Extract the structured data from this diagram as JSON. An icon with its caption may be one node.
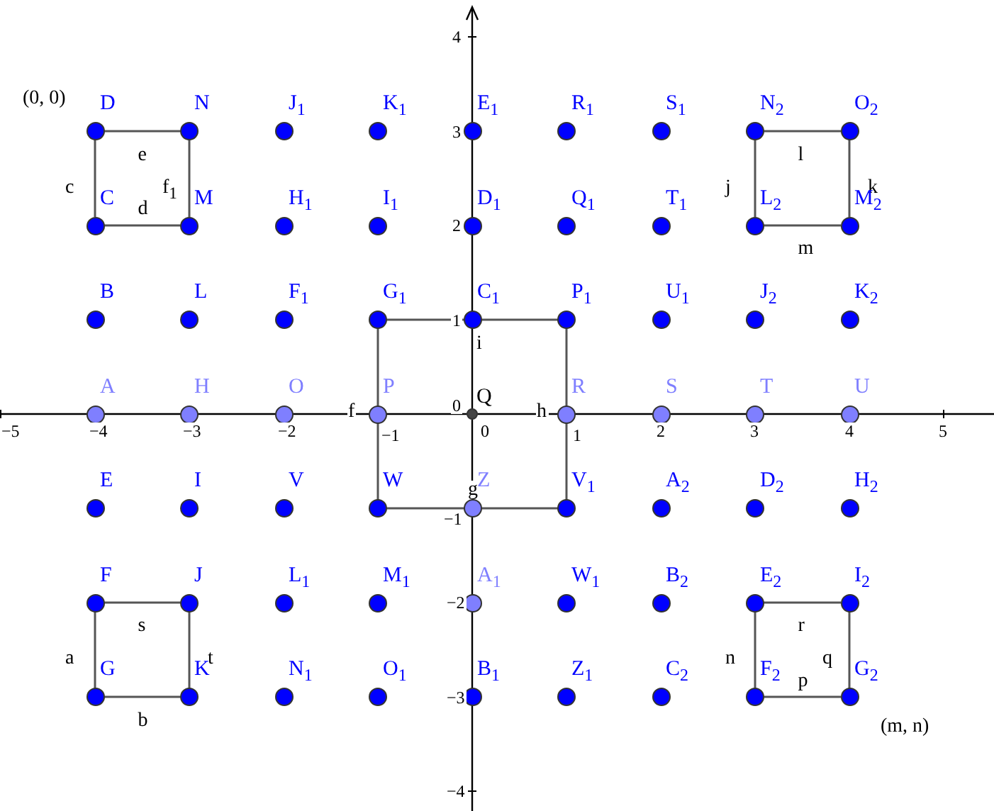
{
  "diagram": {
    "nodes": [
      {
        "text": [
          "D"
        ]
      },
      {
        "text": [
          "N"
        ]
      },
      {
        "text": [
          "J$_{1}$"
        ]
      },
      {
        "text": [
          "K$_{1}$"
        ]
      },
      {
        "text": [
          "E$_{1}$"
        ]
      },
      {
        "text": [
          "R$_{1}$"
        ]
      },
      {
        "text": [
          "S$_{1}$"
        ]
      },
      {
        "text": [
          "N$_{2}$"
        ]
      },
      {
        "text": [
          "O$_{2}$"
        ]
      },
      {
        "text": [
          "C"
        ]
      },
      {
        "text": [
          "M"
        ]
      },
      {
        "text": [
          "H$_{1}$"
        ]
      },
      {
        "text": [
          "I$_{1}$"
        ]
      },
      {
        "text": [
          "D$_{1}$"
        ]
      },
      {
        "text": [
          "Q$_{1}$"
        ]
      },
      {
        "text": [
          "T$_{1}$"
        ]
      },
      {
        "text": [
          "L$_{2}$"
        ]
      },
      {
        "text": [
          "M$_{2}$"
        ]
      },
      {
        "text": [
          "B"
        ]
      },
      {
        "text": [
          "L"
        ]
      },
      {
        "text": [
          "F$_{1}$"
        ]
      },
      {
        "text": [
          "G$_{1}$"
        ]
      },
      {
        "text": [
          "C$_{1}$"
        ]
      },
      {
        "text": [
          "P$_{1}$"
        ]
      },
      {
        "text": [
          "U$_{1}$"
        ]
      },
      {
        "text": [
          "J$_{2}$"
        ]
      },
      {
        "text": [
          "K$_{2}$"
        ]
      },
      {
        "text": [
          "A"
        ]
      },
      {
        "text": [
          "H"
        ]
      },
      {
        "text": [
          "O"
        ]
      },
      {
        "text": [
          "P"
        ]
      },
      {
        "text": [
          "Q"
        ]
      },
      {
        "text": [
          "R"
        ]
      },
      {
        "text": [
          "S"
        ]
      },
      {
        "text": [
          "T"
        ]
      },
      {
        "text": [
          "U"
        ]
      },
      {
        "text": [
          "E"
        ]
      },
      {
        "text": [
          "I"
        ]
      },
      {
        "text": [
          "V"
        ]
      },
      {
        "text": [
          "W"
        ]
      },
      {
        "text": [
          "Z"
        ]
      },
      {
        "text": [
          "V$_{1}$"
        ]
      },
      {
        "text": [
          "A$_{2}$"
        ]
      },
      {
        "text": [
          "D$_{2}$"
        ]
      },
      {
        "text": [
          "H$_{2}$"
        ]
      },
      {
        "text": [
          "F"
        ]
      },
      {
        "text": [
          "J"
        ]
      },
      {
        "text": [
          "L$_{1}$"
        ]
      },
      {
        "text": [
          "M$_{1}$"
        ]
      },
      {
        "text": [
          "A$_{1}$"
        ]
      },
      {
        "text": [
          "W$_{1}$"
        ]
      },
      {
        "text": [
          "B$_{2}$"
        ]
      },
      {
        "text": [
          "E$_{2}$"
        ]
      },
      {
        "text": [
          "I$_{2}$"
        ]
      },
      {
        "text": [
          "G"
        ]
      },
      {
        "text": [
          "K"
        ]
      },
      {
        "text": [
          "N$_{1}$"
        ]
      },
      {
        "text": [
          "O$_{1}$"
        ]
      },
      {
        "text": [
          "B$_{1}$"
        ]
      },
      {
        "text": [
          "Z$_{1}$"
        ]
      },
      {
        "text": [
          "C$_{2}$"
        ]
      },
      {
        "text": [
          "F$_{2}$"
        ]
      },
      {
        "text": [
          "G$_{2}$"
        ]
      }
    ],
    "edges": [
      {
        "from": 0,
        "to": 1,
        "arrow": "none",
        "label": "e"
      },
      {
        "from": 0,
        "to": 9,
        "arrow": "none",
        "label": "c"
      },
      {
        "from": 1,
        "to": 10,
        "arrow": "none",
        "label": "f$_{1}$"
      },
      {
        "from": 9,
        "to": 10,
        "arrow": "none",
        "label": "d"
      },
      {
        "from": 7,
        "to": 8,
        "arrow": "none",
        "label": "l"
      },
      {
        "from": 7,
        "to": 16,
        "arrow": "none",
        "label": "j"
      },
      {
        "from": 8,
        "to": 17,
        "arrow": "none",
        "label": "k"
      },
      {
        "from": 16,
        "to": 17,
        "arrow": "none",
        "label": "m"
      },
      {
        "from": 21,
        "to": 23,
        "arrow": "none",
        "label": "i"
      },
      {
        "from": 21,
        "to": 39,
        "arrow": "none",
        "label": "f"
      },
      {
        "from": 23,
        "to": 41,
        "arrow": "none",
        "label": "h"
      },
      {
        "from": 39,
        "to": 41,
        "arrow": "none",
        "label": "g"
      },
      {
        "from": 45,
        "to": 46,
        "arrow": "none",
        "label": "s"
      },
      {
        "from": 45,
        "to": 54,
        "arrow": "none",
        "label": "a"
      },
      {
        "from": 46,
        "to": 55,
        "arrow": "none",
        "label": "t"
      },
      {
        "from": 54,
        "to": 55,
        "arrow": "none",
        "label": "b"
      },
      {
        "from": 52,
        "to": 53,
        "arrow": "none",
        "label": "r"
      },
      {
        "from": 52,
        "to": 61,
        "arrow": "none",
        "label": "n"
      },
      {
        "from": 53,
        "to": 62,
        "arrow": "none",
        "label": "q"
      },
      {
        "from": 61,
        "to": 62,
        "arrow": "none",
        "label": "p"
      }
    ],
    "labels": [
      "(0, 0)",
      "4",
      "3",
      "2",
      "1",
      "0",
      "−5",
      "−4",
      "−3",
      "−2",
      "−1",
      "0",
      "1",
      "2",
      "3",
      "4",
      "5",
      "−1",
      "−2",
      "−3",
      "(m, n)",
      "−4"
    ]
  }
}
